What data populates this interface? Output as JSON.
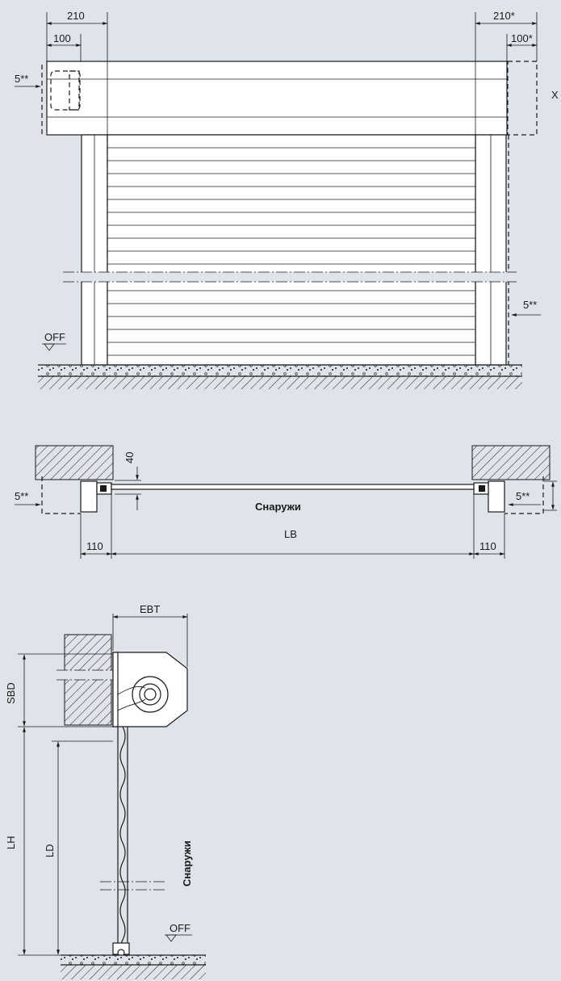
{
  "front_view": {
    "dim_top_left_outer": "210",
    "dim_top_left_inner": "100",
    "dim_top_right_outer": "210*",
    "dim_top_right_inner": "100*",
    "dim_left_offset": "5**",
    "dim_right_offset": "5**",
    "dim_side_x": "X",
    "floor_label": "OFF"
  },
  "plan_view": {
    "dim_guide_depth": "40",
    "dim_left_offset": "5**",
    "dim_right_offset": "5**",
    "dim_left_frame": "110",
    "dim_right_frame": "110",
    "dim_width": "LB",
    "outside_label": "Снаружи"
  },
  "section_view": {
    "dim_box_depth": "EBT",
    "dim_box_height": "SBD",
    "dim_clear_height": "LH",
    "dim_opening_height": "LD",
    "outside_label": "Снаружи",
    "floor_label": "OFF"
  }
}
